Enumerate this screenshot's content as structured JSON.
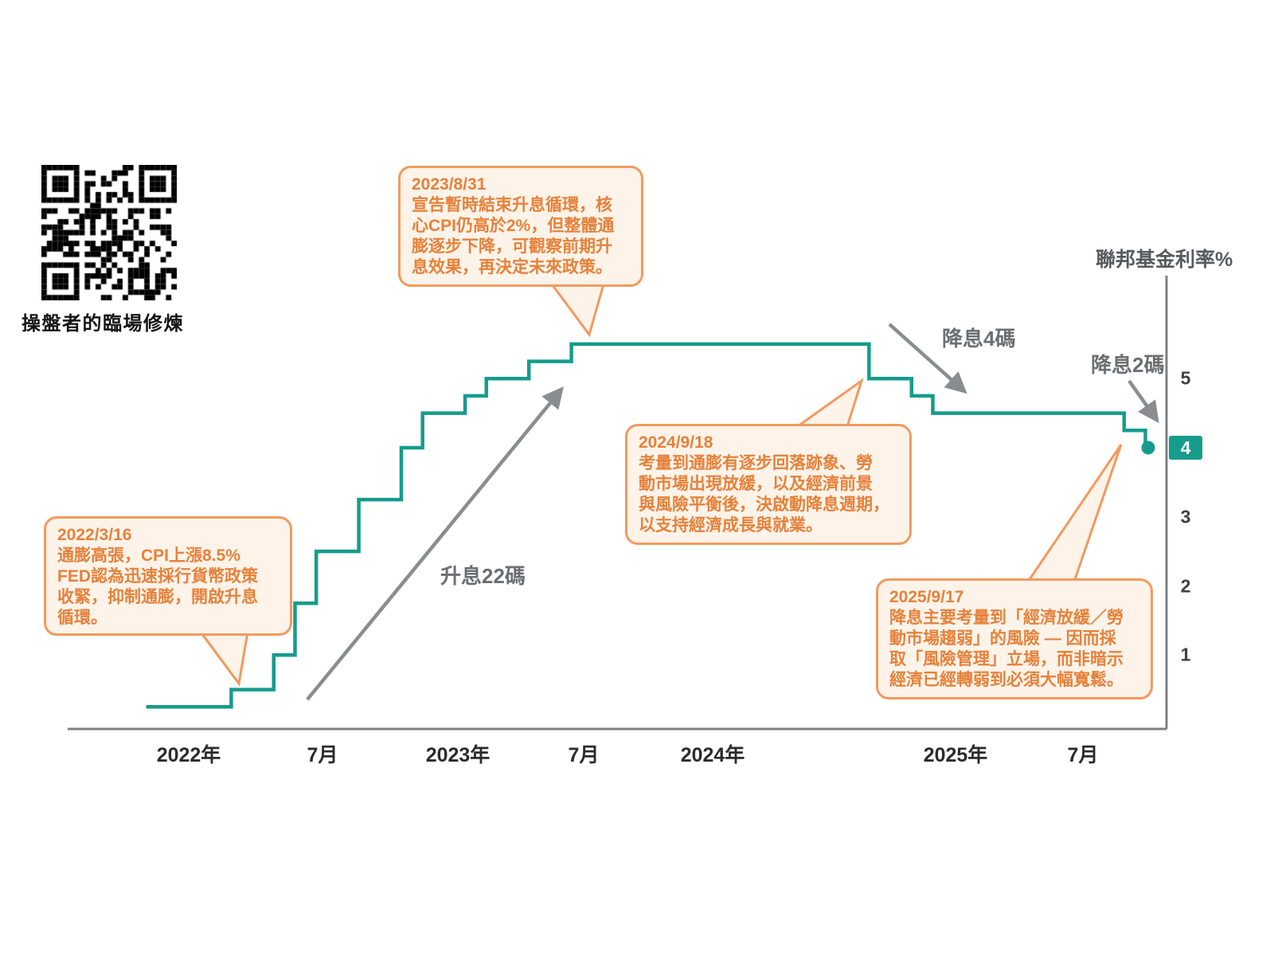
{
  "branding": {
    "qr_caption": "操盤者的臨場修煉"
  },
  "chart_data": {
    "type": "line",
    "subtype": "step",
    "title": "",
    "ylabel": "聯邦基金利率%",
    "ylim": [
      0,
      6
    ],
    "y_ticks": [
      1,
      2,
      3,
      4,
      5
    ],
    "highlight_tick": 4,
    "end_value_badge": "4",
    "x_ticks": [
      "2022年",
      "7月",
      "2023年",
      "7月",
      "2024年",
      "2025年",
      "7月"
    ],
    "line_color": "#169c8b",
    "series": [
      {
        "name": "聯邦基金利率",
        "points": [
          {
            "date": "2021-11",
            "rate": 0.25
          },
          {
            "date": "2022-03",
            "rate": 0.5
          },
          {
            "date": "2022-05",
            "rate": 1.0
          },
          {
            "date": "2022-06",
            "rate": 1.75
          },
          {
            "date": "2022-07",
            "rate": 2.5
          },
          {
            "date": "2022-09",
            "rate": 3.25
          },
          {
            "date": "2022-11",
            "rate": 4.0
          },
          {
            "date": "2022-12",
            "rate": 4.5
          },
          {
            "date": "2023-02",
            "rate": 4.75
          },
          {
            "date": "2023-03",
            "rate": 5.0
          },
          {
            "date": "2023-05",
            "rate": 5.25
          },
          {
            "date": "2023-07",
            "rate": 5.5
          },
          {
            "date": "2024-09",
            "rate": 5.0
          },
          {
            "date": "2024-11",
            "rate": 4.75
          },
          {
            "date": "2024-12",
            "rate": 4.5
          },
          {
            "date": "2025-09",
            "rate": 4.25
          },
          {
            "date": "2025-10",
            "rate": 4.0
          }
        ]
      }
    ]
  },
  "annotations": {
    "arrow_labels": {
      "hike": "升息22碼",
      "cut4": "降息4碼",
      "cut2": "降息2碼"
    },
    "callouts": [
      {
        "date": "2022/3/16",
        "body": "通膨高張，CPI上漲8.5%\nFED認為迅速採行貨幣政策\n收緊，抑制通膨，開啟升息\n循環。"
      },
      {
        "date": "2023/8/31",
        "body": "宣告暫時結束升息循環，核\n心CPI仍高於2%，但整體通\n膨逐步下降，可觀察前期升\n息效果，再決定未來政策。"
      },
      {
        "date": "2024/9/18",
        "body": "考量到通膨有逐步回落跡象、勞\n動市場出現放緩，以及經濟前景\n與風險平衡後，決啟動降息週期，\n以支持經濟成長與就業。"
      },
      {
        "date": "2025/9/17",
        "body": "降息主要考量到「經濟放緩／勞\n動市場趨弱」的風險 — 因而採\n取「風險管理」立場，而非暗示\n經濟已經轉弱到必須大幅寬鬆。"
      }
    ],
    "colors": {
      "callout_border": "#f29a5e",
      "callout_bg": "#fdf3e9",
      "callout_text": "#e6813a",
      "arrow": "#8a8c8f",
      "arrow_label": "#6d6e71"
    }
  }
}
